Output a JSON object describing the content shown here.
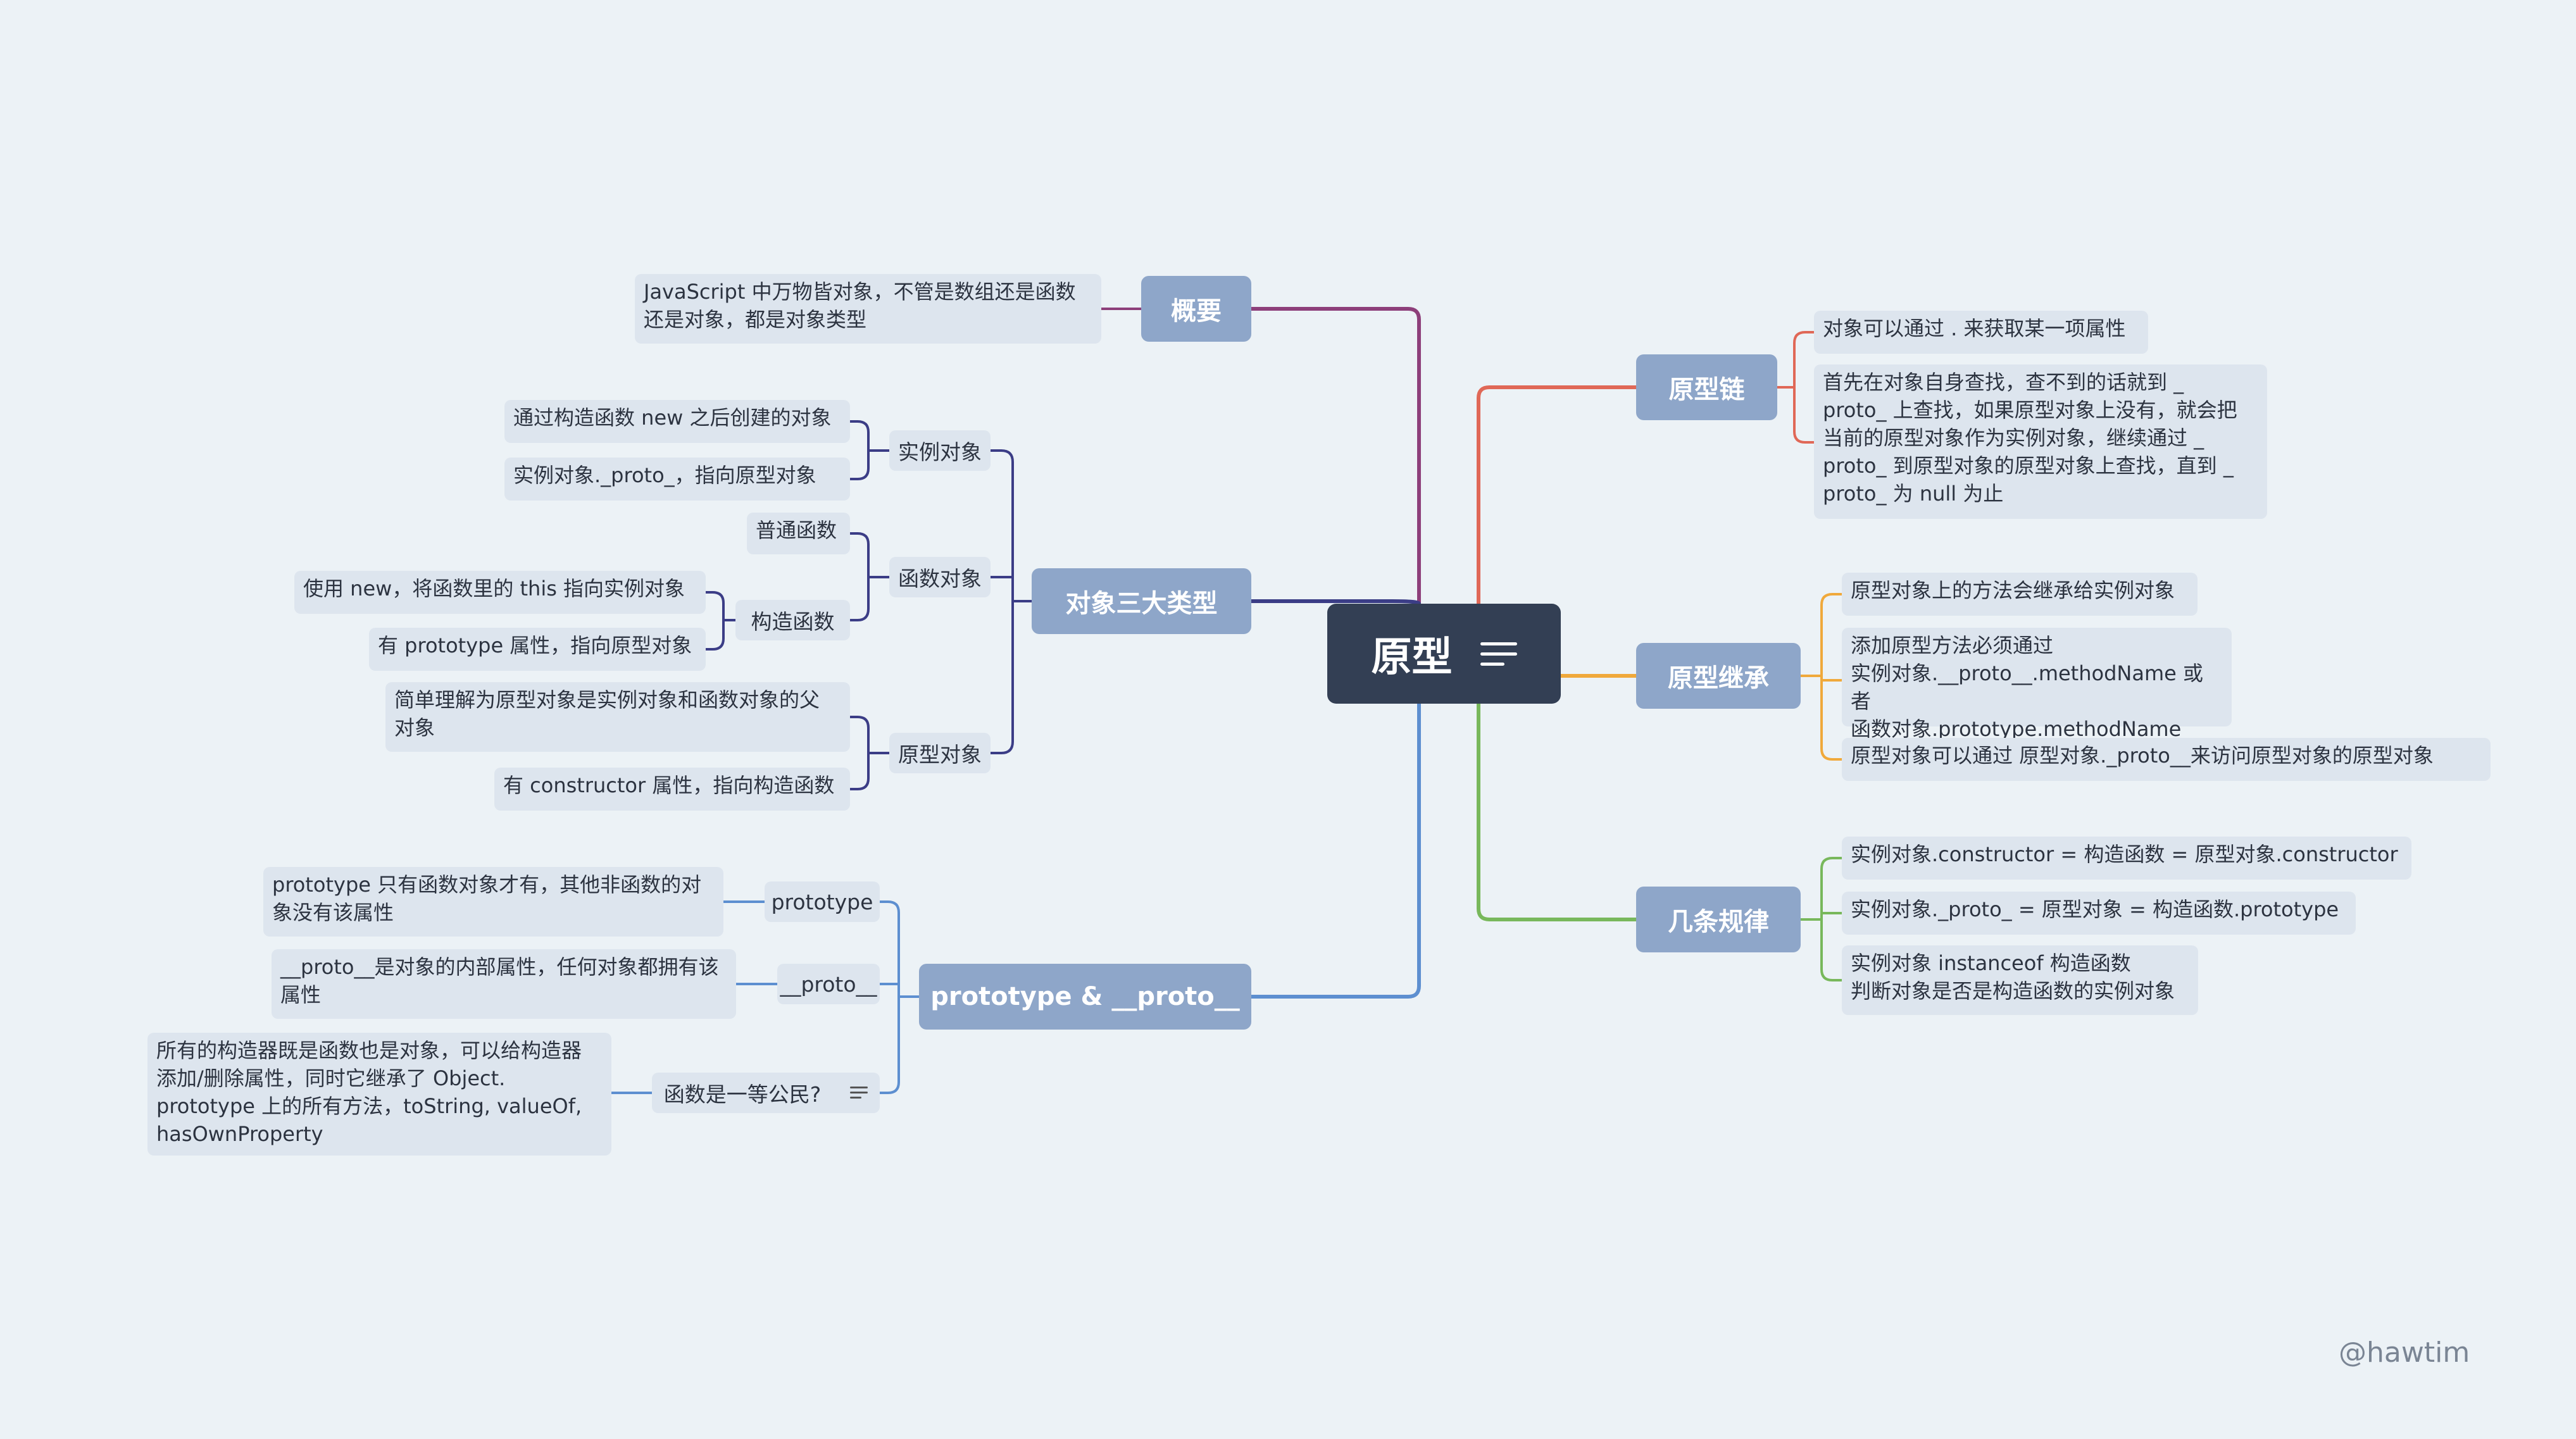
{
  "colors": {
    "background": "#ecf2f6",
    "root": "#333f54",
    "main_node": "#8ea6c9",
    "sub_node": "#dde5ee",
    "branch_overview": "#8d3f7a",
    "branch_types": "#3b3d86",
    "branch_proto": "#5d8fd0",
    "branch_chain": "#e06857",
    "branch_inherit": "#f0a93b",
    "branch_rules": "#78b85b"
  },
  "root": {
    "label": "原型",
    "icon": "notes-icon"
  },
  "left": {
    "overview": {
      "label": "概要",
      "note": "JavaScript 中万物皆对象，不管是数组还是函数\n还是对象，都是对象类型"
    },
    "types": {
      "label": "对象三大类型",
      "instance": {
        "label": "实例对象",
        "items": [
          "通过构造函数 new 之后创建的对象",
          "实例对象._proto_，指向原型对象"
        ]
      },
      "function": {
        "label": "函数对象",
        "normal": "普通函数",
        "constructor": {
          "label": "构造函数",
          "items": [
            "使用 new，将函数里的 this 指向实例对象",
            "有 prototype 属性，指向原型对象"
          ]
        }
      },
      "prototype": {
        "label": "原型对象",
        "items": [
          "简单理解为原型对象是实例对象和函数对象的父\n对象",
          "有 constructor 属性，指向构造函数"
        ]
      }
    },
    "proto": {
      "label": "prototype & __proto__",
      "prototype": {
        "label": "prototype",
        "note": "prototype 只有函数对象才有，其他非函数的对\n象没有该属性"
      },
      "dunder": {
        "label": "__proto__",
        "note": "__proto__是对象的内部属性，任何对象都拥有该\n属性"
      },
      "first_class": {
        "label": "函数是一等公民?",
        "icon": "notes-icon",
        "note": "所有的构造器既是函数也是对象，可以给构造器\n添加/删除属性，同时它继承了 Object.\nprototype 上的所有方法，toString, valueOf,\nhasOwnProperty"
      }
    }
  },
  "right": {
    "chain": {
      "label": "原型链",
      "items": [
        "对象可以通过 . 来获取某一项属性",
        "首先在对象自身查找，查不到的话就到 _\nproto_ 上查找，如果原型对象上没有，就会把\n当前的原型对象作为实例对象，继续通过 _\nproto_ 到原型对象的原型对象上查找，直到 _\nproto_ 为 null 为止"
      ]
    },
    "inherit": {
      "label": "原型继承",
      "items": [
        "原型对象上的方法会继承给实例对象",
        "添加原型方法必须通过\n实例对象.__proto__.methodName 或者\n函数对象.prototype.methodName",
        "原型对象可以通过  原型对象._proto__来访问原型对象的原型对象"
      ]
    },
    "rules": {
      "label": "几条规律",
      "items": [
        "实例对象.constructor = 构造函数 = 原型对象.constructor",
        "实例对象._proto_ = 原型对象 = 构造函数.prototype",
        "实例对象 instanceof 构造函数\n判断对象是否是构造函数的实例对象"
      ]
    }
  },
  "credit": "@hawtim"
}
